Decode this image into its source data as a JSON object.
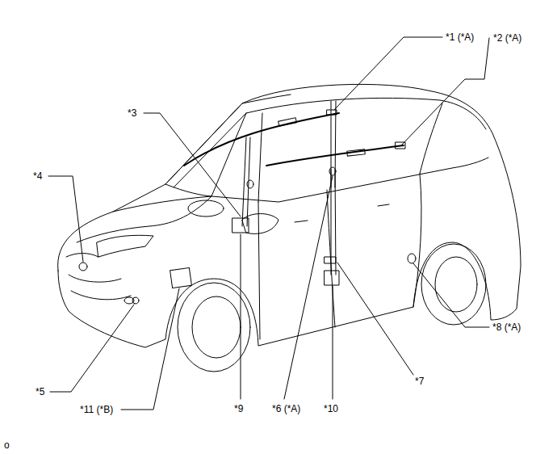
{
  "diagram": {
    "labels": [
      "*1 (*A)",
      "*2 (*A)",
      "*3",
      "*4",
      "*5",
      "*6 (*A)",
      "*7",
      "*8 (*A)",
      "*9",
      "*10",
      "*11 (*B)",
      "o"
    ]
  }
}
